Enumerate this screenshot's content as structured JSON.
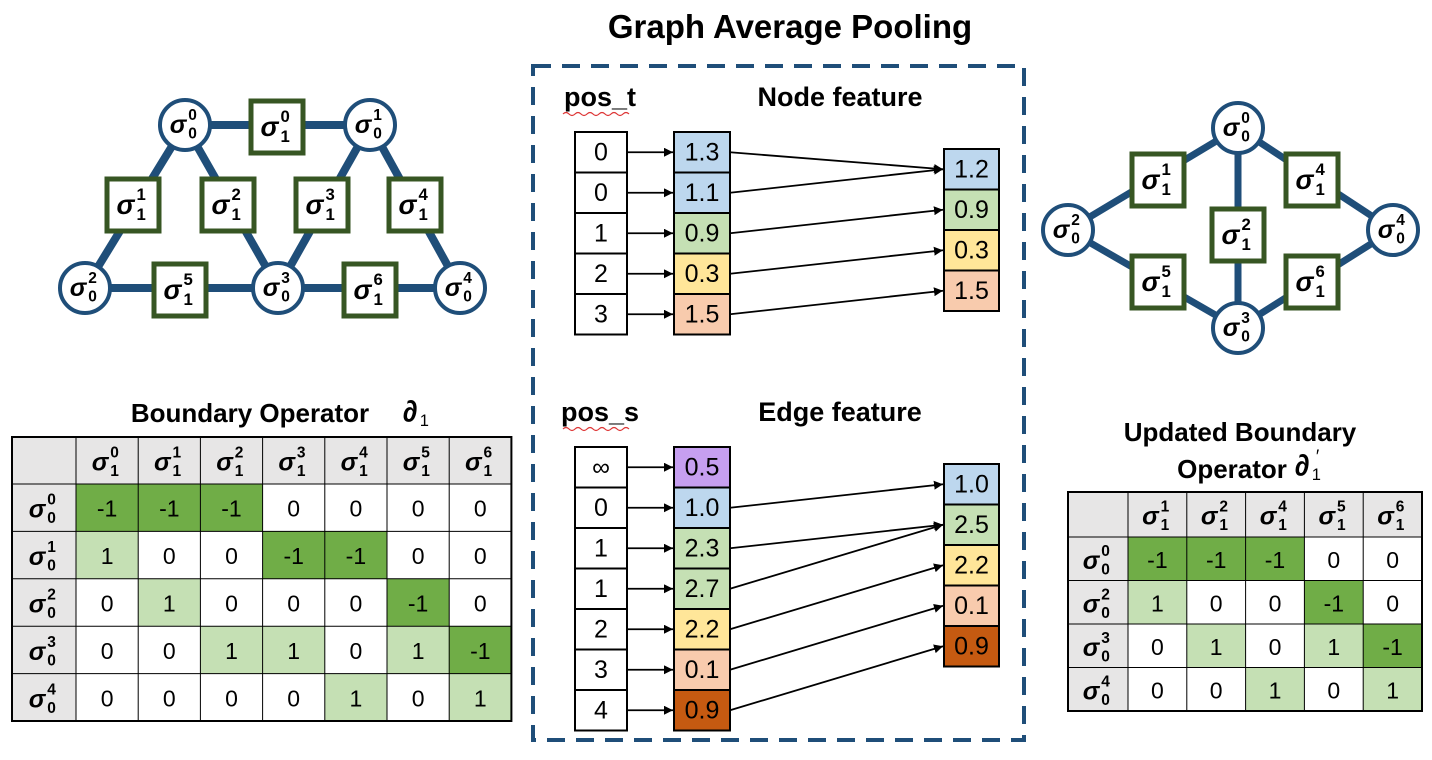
{
  "title": "Graph Average Pooling",
  "colors": {
    "edge": "#1f4e79",
    "edge_box": "#375623",
    "cell_dark": "#70ad47",
    "cell_light": "#c5e0b4",
    "header_bg": "#e7e6e6",
    "blue": "#bdd7ee",
    "green": "#c5e0b4",
    "yellow": "#ffe699",
    "peach": "#f8cbad",
    "purple": "#c69ff0",
    "brown": "#c55a11"
  },
  "pooling": {
    "node": {
      "pos_label": "pos_t",
      "feature_label": "Node feature",
      "pos": [
        "0",
        "0",
        "1",
        "2",
        "3"
      ],
      "features": [
        {
          "v": "1.3",
          "c": "blue"
        },
        {
          "v": "1.1",
          "c": "blue"
        },
        {
          "v": "0.9",
          "c": "green"
        },
        {
          "v": "0.3",
          "c": "yellow"
        },
        {
          "v": "1.5",
          "c": "peach"
        }
      ],
      "pooled": [
        {
          "v": "1.2",
          "c": "blue"
        },
        {
          "v": "0.9",
          "c": "green"
        },
        {
          "v": "0.3",
          "c": "yellow"
        },
        {
          "v": "1.5",
          "c": "peach"
        }
      ],
      "links": [
        [
          0,
          0
        ],
        [
          1,
          0
        ],
        [
          2,
          1
        ],
        [
          3,
          2
        ],
        [
          4,
          3
        ]
      ]
    },
    "edge": {
      "pos_label": "pos_s",
      "feature_label": "Edge feature",
      "pos": [
        "∞",
        "0",
        "1",
        "1",
        "2",
        "3",
        "4"
      ],
      "features": [
        {
          "v": "0.5",
          "c": "purple"
        },
        {
          "v": "1.0",
          "c": "blue"
        },
        {
          "v": "2.3",
          "c": "green"
        },
        {
          "v": "2.7",
          "c": "green"
        },
        {
          "v": "2.2",
          "c": "yellow"
        },
        {
          "v": "0.1",
          "c": "peach"
        },
        {
          "v": "0.9",
          "c": "brown"
        }
      ],
      "pooled": [
        {
          "v": "1.0",
          "c": "blue"
        },
        {
          "v": "2.5",
          "c": "green"
        },
        {
          "v": "2.2",
          "c": "yellow"
        },
        {
          "v": "0.1",
          "c": "peach"
        },
        {
          "v": "0.9",
          "c": "brown"
        }
      ],
      "links": [
        [
          1,
          0
        ],
        [
          2,
          1
        ],
        [
          3,
          1
        ],
        [
          4,
          2
        ],
        [
          5,
          3
        ],
        [
          6,
          4
        ]
      ]
    }
  },
  "boundary": {
    "title": "Boundary Operator",
    "cols": [
      [
        "σ",
        "1",
        "0"
      ],
      [
        "σ",
        "1",
        "1"
      ],
      [
        "σ",
        "1",
        "2"
      ],
      [
        "σ",
        "1",
        "3"
      ],
      [
        "σ",
        "1",
        "4"
      ],
      [
        "σ",
        "1",
        "5"
      ],
      [
        "σ",
        "1",
        "6"
      ]
    ],
    "rows": [
      [
        "σ",
        "0",
        "0"
      ],
      [
        "σ",
        "0",
        "1"
      ],
      [
        "σ",
        "0",
        "2"
      ],
      [
        "σ",
        "0",
        "3"
      ],
      [
        "σ",
        "0",
        "4"
      ]
    ],
    "cells": [
      [
        "-1",
        "-1",
        "-1",
        "0",
        "0",
        "0",
        "0"
      ],
      [
        "1",
        "0",
        "0",
        "-1",
        "-1",
        "0",
        "0"
      ],
      [
        "0",
        "1",
        "0",
        "0",
        "0",
        "-1",
        "0"
      ],
      [
        "0",
        "0",
        "1",
        "1",
        "0",
        "1",
        "-1"
      ],
      [
        "0",
        "0",
        "0",
        "0",
        "1",
        "0",
        "1"
      ]
    ]
  },
  "updated": {
    "title_line1": "Updated Boundary",
    "title_line2": "Operator",
    "cols": [
      [
        "σ",
        "1",
        "1"
      ],
      [
        "σ",
        "1",
        "2"
      ],
      [
        "σ",
        "1",
        "4"
      ],
      [
        "σ",
        "1",
        "5"
      ],
      [
        "σ",
        "1",
        "6"
      ]
    ],
    "rows": [
      [
        "σ",
        "0",
        "0"
      ],
      [
        "σ",
        "0",
        "2"
      ],
      [
        "σ",
        "0",
        "3"
      ],
      [
        "σ",
        "0",
        "4"
      ]
    ],
    "cells": [
      [
        "-1",
        "-1",
        "-1",
        "0",
        "0"
      ],
      [
        "1",
        "0",
        "0",
        "-1",
        "0"
      ],
      [
        "0",
        "1",
        "0",
        "1",
        "-1"
      ],
      [
        "0",
        "0",
        "1",
        "0",
        "1"
      ]
    ]
  },
  "graph_left": {
    "nodes": [
      [
        "σ",
        "0",
        "0"
      ],
      [
        "σ",
        "0",
        "1"
      ],
      [
        "σ",
        "0",
        "2"
      ],
      [
        "σ",
        "0",
        "3"
      ],
      [
        "σ",
        "0",
        "4"
      ]
    ],
    "edges": [
      [
        "σ",
        "1",
        "0"
      ],
      [
        "σ",
        "1",
        "1"
      ],
      [
        "σ",
        "1",
        "2"
      ],
      [
        "σ",
        "1",
        "3"
      ],
      [
        "σ",
        "1",
        "4"
      ],
      [
        "σ",
        "1",
        "5"
      ],
      [
        "σ",
        "1",
        "6"
      ]
    ]
  },
  "graph_right": {
    "nodes": [
      [
        "σ",
        "0",
        "0"
      ],
      [
        "σ",
        "0",
        "2"
      ],
      [
        "σ",
        "0",
        "3"
      ],
      [
        "σ",
        "0",
        "4"
      ]
    ],
    "edges": [
      [
        "σ",
        "1",
        "1"
      ],
      [
        "σ",
        "1",
        "2"
      ],
      [
        "σ",
        "1",
        "4"
      ],
      [
        "σ",
        "1",
        "5"
      ],
      [
        "σ",
        "1",
        "6"
      ]
    ]
  }
}
